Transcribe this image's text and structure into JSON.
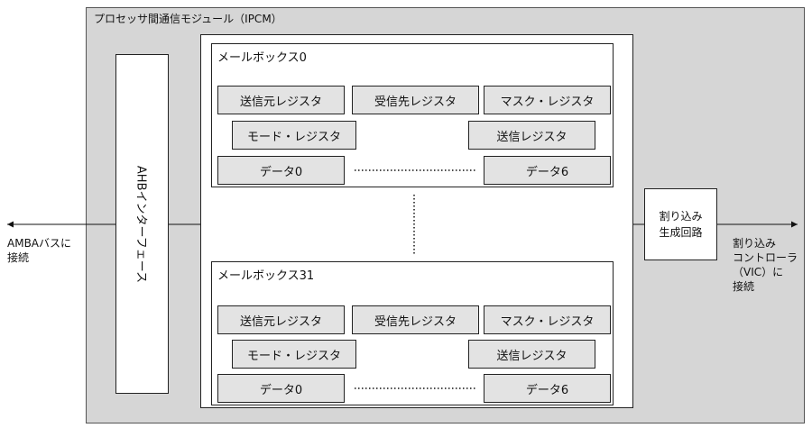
{
  "module_title": "プロセッサ間通信モジュール（IPCM）",
  "ahb_interface": "AHBインターフェース",
  "mailboxes": [
    {
      "title": "メールボックス0",
      "row1": [
        "送信元レジスタ",
        "受信先レジスタ",
        "マスク・レジスタ"
      ],
      "row2": [
        "モード・レジスタ",
        "送信レジスタ"
      ],
      "row3": [
        "データ0",
        "データ6"
      ]
    },
    {
      "title": "メールボックス31",
      "row1": [
        "送信元レジスタ",
        "受信先レジスタ",
        "マスク・レジスタ"
      ],
      "row2": [
        "モード・レジスタ",
        "送信レジスタ"
      ],
      "row3": [
        "データ0",
        "データ6"
      ]
    }
  ],
  "interrupt_block": [
    "割り込み",
    "生成回路"
  ],
  "left_label": [
    "AMBAバスに",
    "接続"
  ],
  "right_label": [
    "割り込み",
    "コントローラ",
    "（VIC）に",
    "接続"
  ]
}
